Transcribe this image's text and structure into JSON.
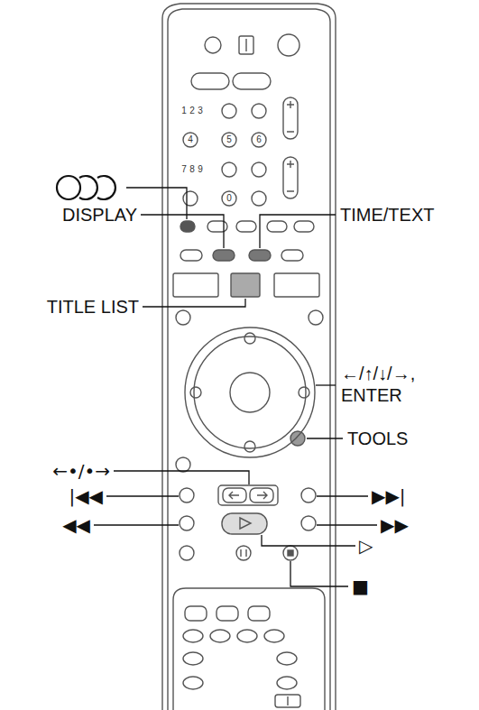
{
  "diagram": {
    "labels": [
      "1",
      "2",
      "3",
      "4",
      "5",
      "6",
      "7",
      "8",
      "9",
      "0",
      "DISPLAY",
      "TIME/TEXT",
      "TITLE LIST",
      "←/↑/↓/→, ENTER",
      "TOOLS",
      "←•/•→",
      "|◀◀",
      "▶▶|",
      "◀◀",
      "▶▶",
      "▷",
      "■"
    ]
  }
}
